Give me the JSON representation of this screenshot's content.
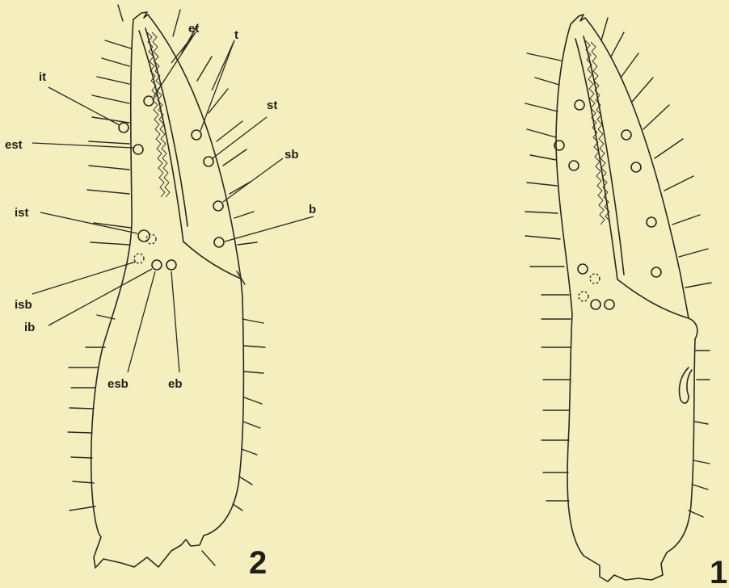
{
  "figures": [
    {
      "number": "2",
      "labels": {
        "et": "et",
        "t": "t",
        "it": "it",
        "st": "st",
        "est": "est",
        "sb": "sb",
        "b": "b",
        "ist": "ist",
        "isb": "isb",
        "ib": "ib",
        "esb": "esb",
        "eb": "eb"
      }
    },
    {
      "number": "1"
    }
  ]
}
